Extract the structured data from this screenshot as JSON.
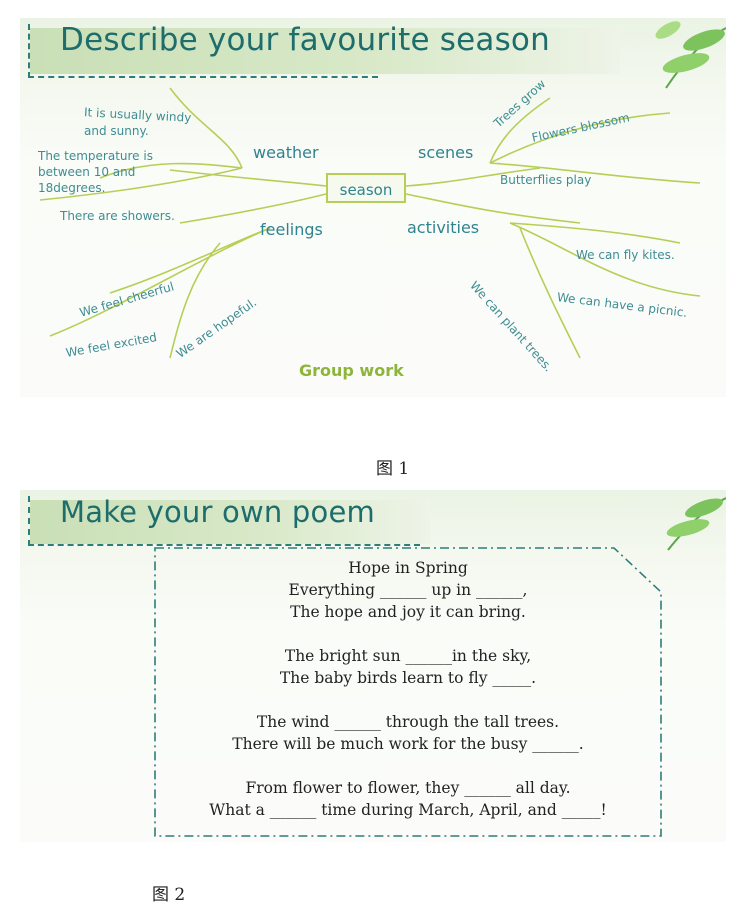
{
  "figure1": {
    "title": "Describe your favourite season",
    "center": "season",
    "categories": {
      "weather": "weather",
      "scenes": "scenes",
      "feelings": "feelings",
      "activities": "activities"
    },
    "weather_items": [
      "It is usually windy",
      "and sunny.",
      "The temperature is",
      "between 10  and",
      "18degrees.",
      "There are showers."
    ],
    "scenes_items": [
      "Trees grow",
      "Flowers  blossom",
      "Butterflies play"
    ],
    "feelings_items": [
      "We feel cheerful",
      "We feel excited",
      "We are hopeful."
    ],
    "activities_items": [
      "We can fly kites.",
      "We can have a picnic.",
      "We can plant trees."
    ],
    "footer": "Group work",
    "caption": "图 1"
  },
  "figure2": {
    "title": "Make your own poem",
    "poem_title": "Hope in Spring",
    "stanzas": [
      [
        "Everything ______ up in ______,",
        "The hope and joy it can bring."
      ],
      [
        "The bright sun ______in the sky,",
        "The baby birds learn to fly _____."
      ],
      [
        "The wind ______ through the tall trees.",
        "There will be much work for the busy ______."
      ],
      [
        "From flower to flower, they ______ all day.",
        "What a ______ time during March, April, and _____!"
      ]
    ],
    "caption": "图 2"
  },
  "colors": {
    "banner": "#c9dfb6",
    "title_text": "#1e6d6d",
    "branch": "#b5cf56",
    "label": "#3e8c93",
    "footer": "#8db53a",
    "frame": "#2f7d7a"
  }
}
